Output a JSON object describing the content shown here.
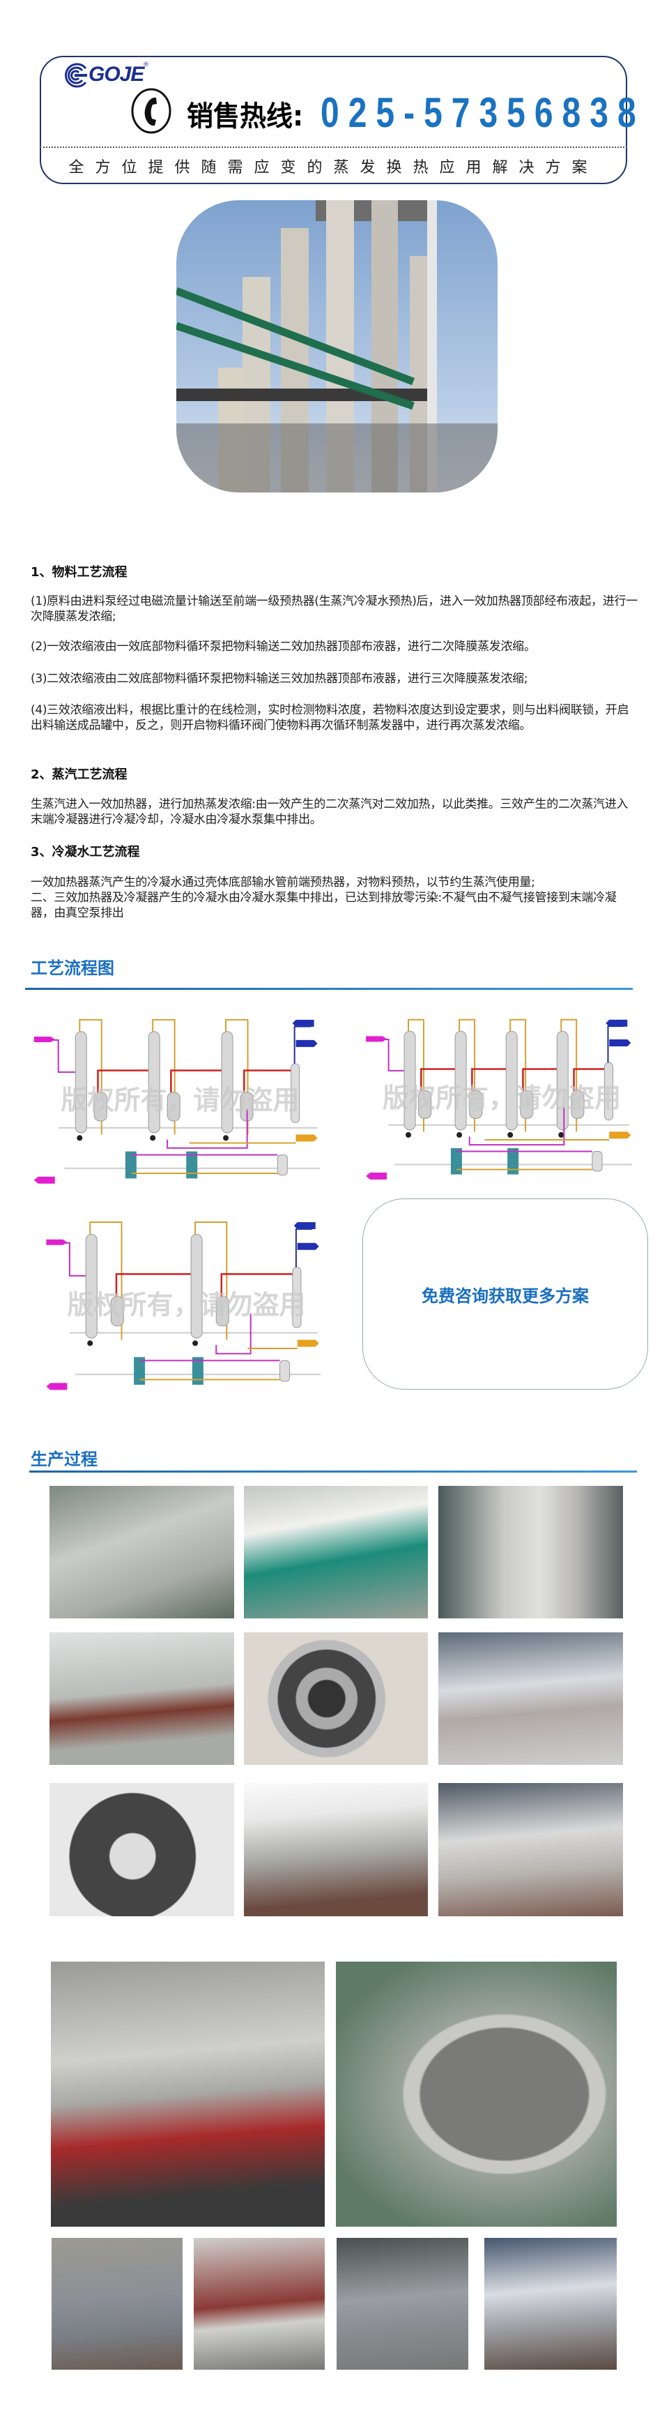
{
  "header": {
    "logo_text": "GOJE",
    "logo_reg": "®",
    "hotline_label": "销售热线:",
    "hotline_number": "025-57356838",
    "tagline": "全方位提供随需应变的蒸发换热应用解决方案",
    "accent": "#1a72c0",
    "border": "#1f3563"
  },
  "process": {
    "material": {
      "heading": "1、物料工艺流程",
      "items": [
        "(1)原料由进料泵经过电磁流量计输送至前端一级预热器(生蒸汽冷凝水预热)后，进入一效加热器顶部经布液起，进行一次降膜蒸发浓缩;",
        "(2)一效浓缩液由一效底部物料循环泵把物料输送二效加热器顶部布液器，进行二次降膜蒸发浓缩。",
        "(3)二效浓缩液由二效底部物料循环泵把物料输送三效加热器顶部布液器，进行三次降膜蒸发浓缩;",
        "(4)三效浓缩液出料，根据比重计的在线检测，实时检测物料浓度，若物料浓度达到设定要求，则与出料阀联锁，开启出料输送成品罐中，反之，则开启物料循环阀门使物料再次循环制蒸发器中，进行再次蒸发浓缩。"
      ]
    },
    "steam": {
      "heading": "2、蒸汽工艺流程",
      "text": "生蒸汽进入一效加热器，进行加热蒸发浓缩:由一效产生的二次蒸汽对二效加热，以此类推。三效产生的二次蒸汽进入末端冷凝器进行冷凝冷却，冷凝水由冷凝水泵集中排出。"
    },
    "condensate": {
      "heading": "3、冷凝水工艺流程",
      "lines": [
        "一效加热器蒸汽产生的冷凝水通过壳体底部输水管前端预热器，对物料预热，以节约生蒸汽使用量;",
        "二、三效加热器及冷凝器产生的冷凝水由冷凝水泵集中排出，已达到排放零污染:不凝气由不凝气接管接到末端冷凝器，由真空泵排出"
      ]
    }
  },
  "flow_diagrams": {
    "heading": "工艺流程图",
    "watermark": "版权所有，请勿盗用",
    "cta": "免费咨询获取更多方案"
  },
  "production": {
    "heading": "生产过程"
  }
}
